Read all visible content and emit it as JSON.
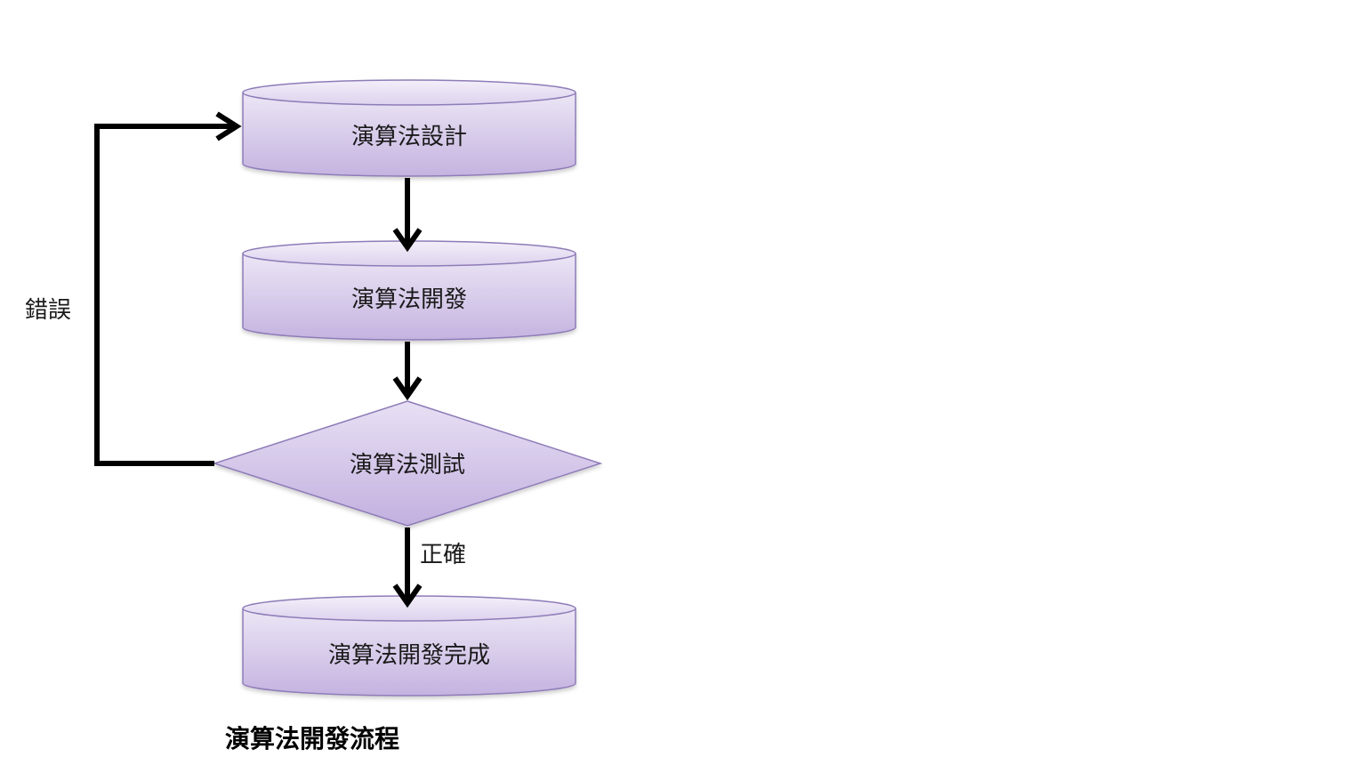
{
  "nodes": [
    {
      "id": "design",
      "label": "演算法設計",
      "shape": "cylinder"
    },
    {
      "id": "develop",
      "label": "演算法開發",
      "shape": "cylinder"
    },
    {
      "id": "test",
      "label": "演算法測試",
      "shape": "diamond"
    },
    {
      "id": "complete",
      "label": "演算法開發完成",
      "shape": "cylinder"
    }
  ],
  "edges": [
    {
      "from": "design",
      "to": "develop",
      "label": ""
    },
    {
      "from": "develop",
      "to": "test",
      "label": ""
    },
    {
      "from": "test",
      "to": "complete",
      "label": "正確"
    },
    {
      "from": "test",
      "to": "design",
      "label": "錯誤"
    }
  ],
  "caption": "演算法開發流程",
  "colors": {
    "fill_top": "#ece6f5",
    "fill_bottom": "#c4b3e0",
    "stroke": "#8e7bb8",
    "arrow": "#000000"
  }
}
